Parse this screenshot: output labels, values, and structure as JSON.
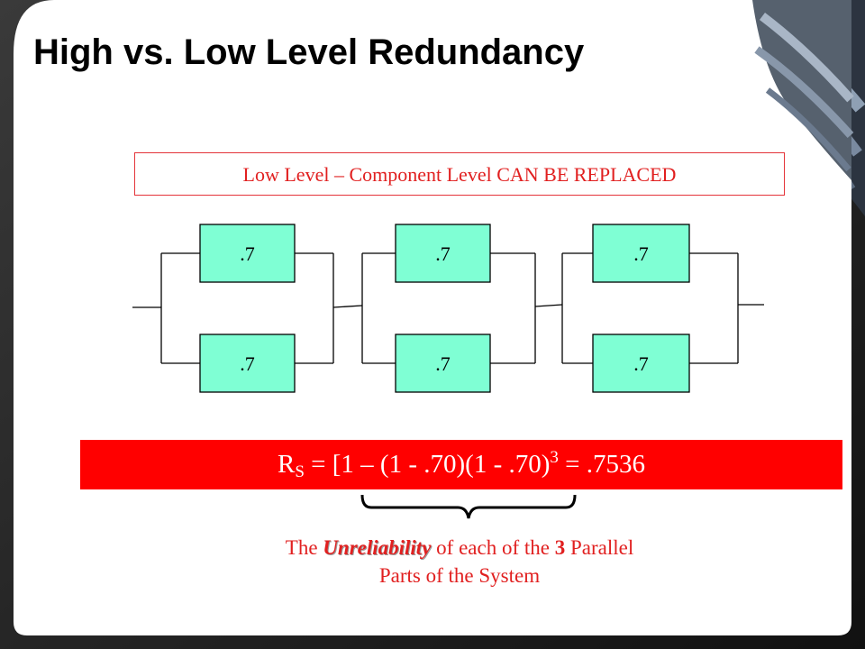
{
  "slide": {
    "title": "High vs. Low Level Redundancy",
    "label": "Low Level – Component Level CAN BE REPLACED",
    "formula": {
      "r": "R",
      "sub": "S",
      "middle": " = [1 – (1 - .70)(1 - .70)",
      "sup": "3",
      "end": " = .7536"
    },
    "caption": {
      "the": "The ",
      "unreliability": "Unreliability",
      "of_each": " of each of the ",
      "count": "3",
      "parallel": " Parallel",
      "line2": "Parts of the System"
    }
  },
  "diagram": {
    "blocks": [
      ".7",
      ".7",
      ".7",
      ".7",
      ".7",
      ".7"
    ]
  },
  "colors": {
    "background": "#ffffff",
    "accent_red": "#ff0000",
    "text_red": "#e12020",
    "block_fill": "#7fffd4"
  }
}
